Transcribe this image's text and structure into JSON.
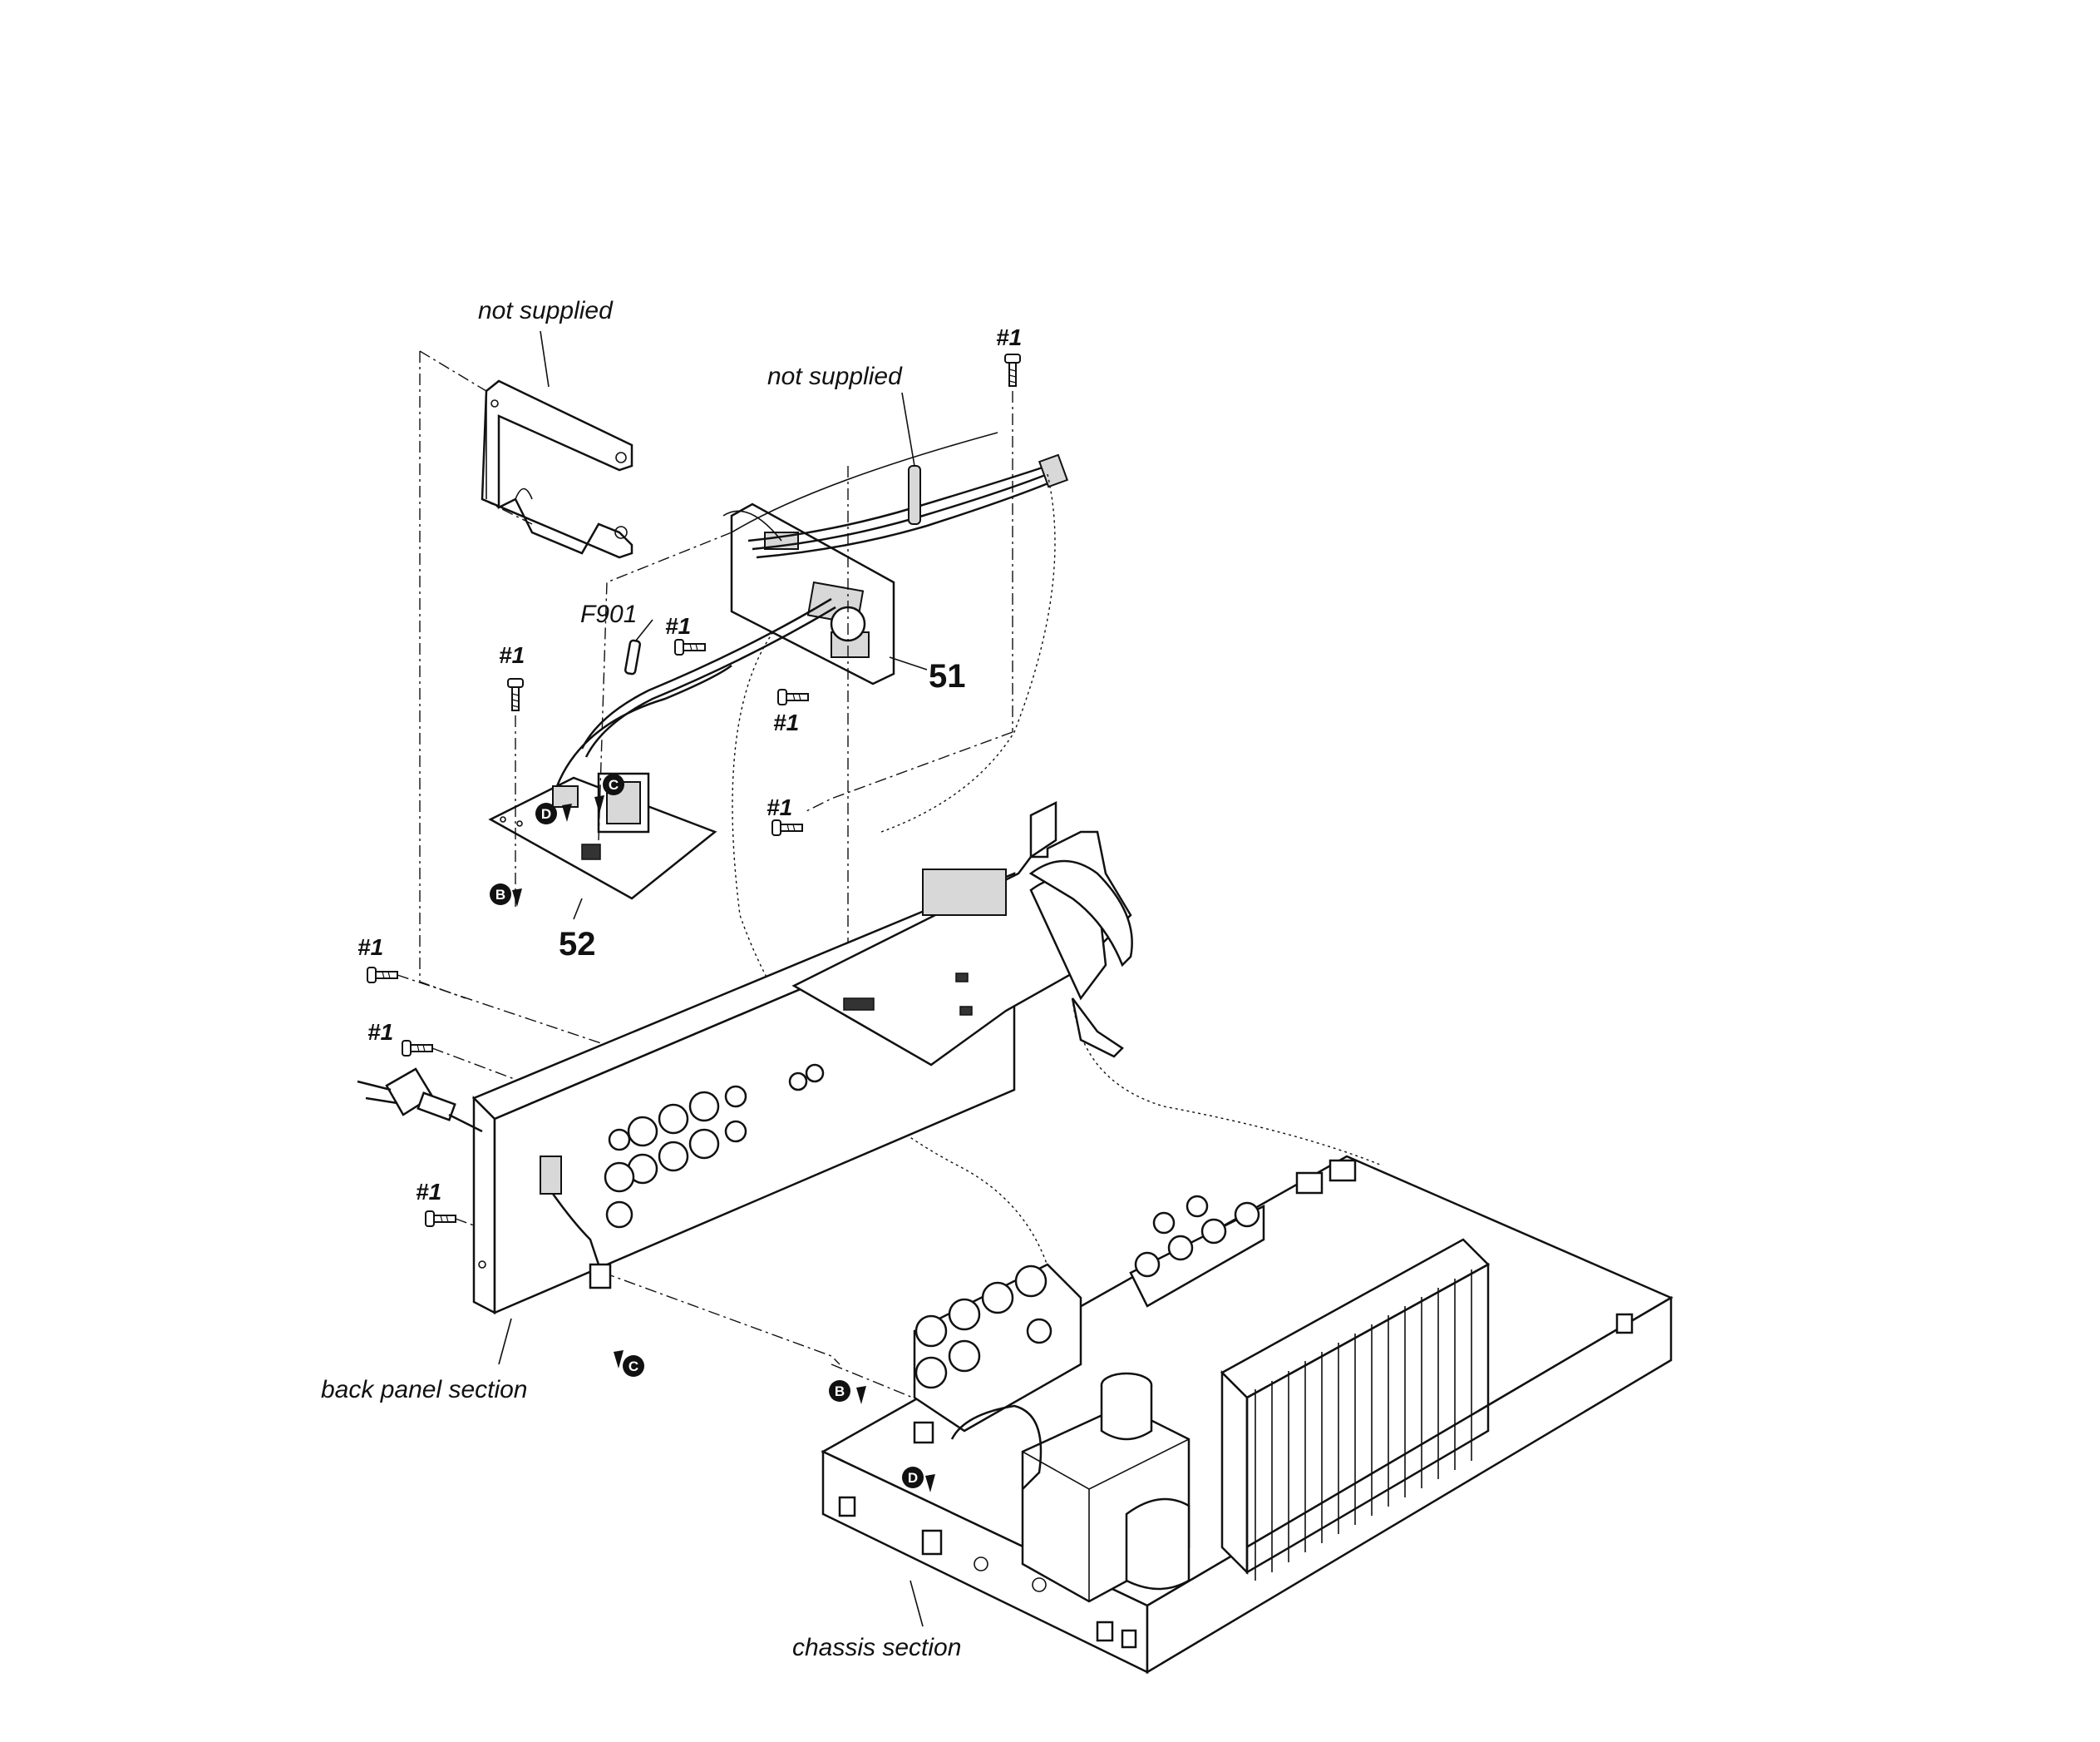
{
  "labels": {
    "not_supplied_left": "not supplied",
    "not_supplied_top": "not supplied",
    "fuse": "F901",
    "screw": "#1",
    "part_51": "51",
    "part_52": "52",
    "back_panel_section": "back panel section",
    "chassis_section": "chassis section"
  },
  "markers": {
    "B": "B",
    "C": "C",
    "D": "D"
  }
}
